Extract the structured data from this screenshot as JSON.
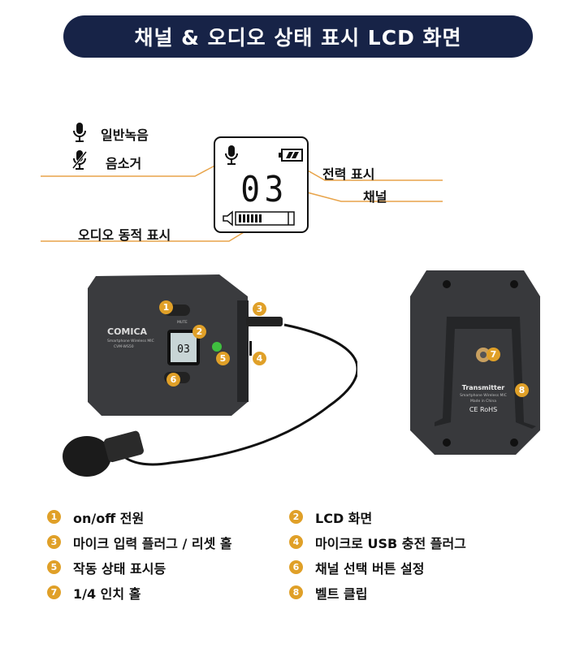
{
  "title": "채널 & 오디오 상태 표시 LCD 화면",
  "legend": [
    {
      "icon": "microphone-icon",
      "label": "일반녹음"
    },
    {
      "icon": "microphone-muted-icon",
      "label": "음소거"
    }
  ],
  "lcd": {
    "channel": "03",
    "audio_level_fraction": 0.55,
    "labels": {
      "power": "전력 표시",
      "channel": "채널",
      "audio": "오디오 동적 표시"
    }
  },
  "device_front": {
    "brand": "COMICA",
    "subtitle": "Smartphone Wireless MIC",
    "model": "CVM-WS50",
    "button": "MUTE",
    "screen_channel": "03"
  },
  "device_back": {
    "name": "Transmitter",
    "subtitle": "Smartphone Wireless MIC",
    "origin": "Made in China",
    "marks": "CE RoHS"
  },
  "parts": [
    {
      "num": "1",
      "label": "on/off 전원"
    },
    {
      "num": "2",
      "label": "LCD 화면"
    },
    {
      "num": "3",
      "label": "마이크 입력 플러그 / 리셋 홀"
    },
    {
      "num": "4",
      "label": "마이크로 USB 충전 플러그"
    },
    {
      "num": "5",
      "label": "작동 상태 표시등"
    },
    {
      "num": "6",
      "label": "채널 선택 버튼 설정"
    },
    {
      "num": "7",
      "label": "1/4 인치 홀"
    },
    {
      "num": "8",
      "label": "벨트 클립"
    }
  ],
  "colors": {
    "banner": "#172347",
    "accent": "#e0a028",
    "line": "#e8a44a"
  }
}
